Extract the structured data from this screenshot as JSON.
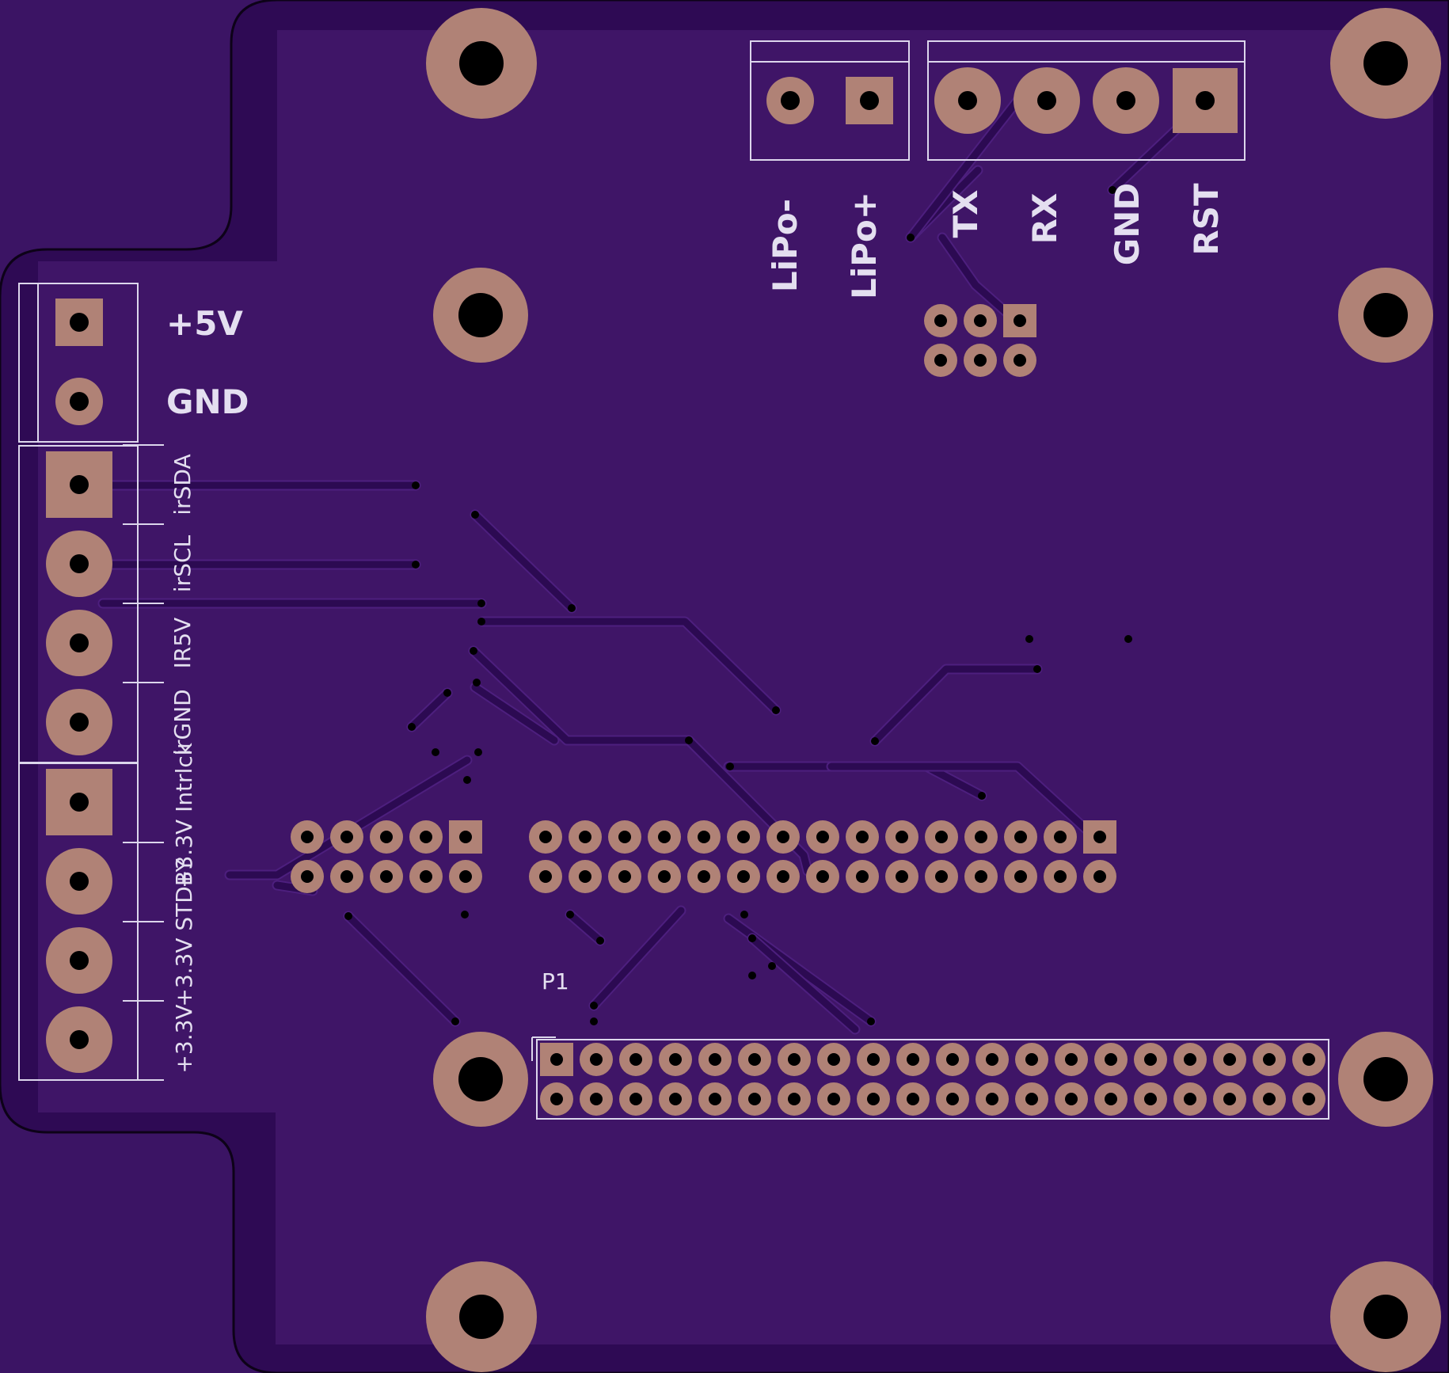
{
  "colors": {
    "background": "#3b1464",
    "board_edge": "#2e0a54",
    "copper_pour": "#3f1567",
    "pad": "#b08276",
    "hole": "#000000",
    "silkscreen": "#e4dff0",
    "trace": "#2c0a52"
  },
  "power_terminal": {
    "labels": [
      "+5V",
      "GND"
    ]
  },
  "ir_terminal": {
    "labels": [
      "irSDA",
      "irSCL",
      "IR5V",
      "irGND"
    ]
  },
  "interlock_terminal": {
    "labels": [
      "+3.3V Intrlck",
      "+3.3V STDBY",
      "+3.3V"
    ]
  },
  "lipo_connector": {
    "labels": [
      "LiPo-",
      "LiPo+"
    ]
  },
  "serial_connector": {
    "labels": [
      "TX",
      "RX",
      "GND",
      "RST"
    ]
  },
  "gpio_header": {
    "ref": "P1",
    "columns": 20,
    "rows": 2
  },
  "mid_header_left": {
    "columns": 5,
    "rows": 2
  },
  "mid_header_right": {
    "columns": 15,
    "rows": 2
  },
  "isp_header": {
    "columns": 3,
    "rows": 2
  }
}
